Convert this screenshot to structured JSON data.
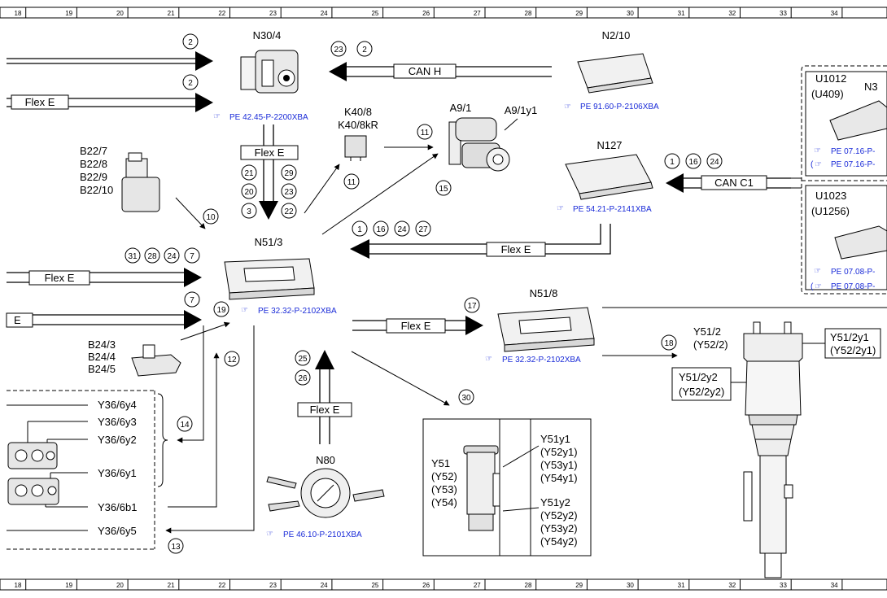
{
  "ruler": {
    "columns": [
      "18",
      "19",
      "20",
      "21",
      "22",
      "23",
      "24",
      "25",
      "26",
      "27",
      "28",
      "29",
      "30",
      "31",
      "32",
      "33",
      "34"
    ]
  },
  "components": {
    "n30_4": "N30/4",
    "n2_10": "N2/10",
    "k40_8": "K40/8",
    "k40_8kr": "K40/8kR",
    "a9_1": "A9/1",
    "a9_1y1": "A9/1y1",
    "n127": "N127",
    "n51_3": "N51/3",
    "n51_8": "N51/8",
    "n80": "N80",
    "u1012": "U1012",
    "u409": "(U409)",
    "n3_partial": "N3",
    "u1023": "U1023",
    "u1256": "(U1256)",
    "b22": [
      "B22/7",
      "B22/8",
      "B22/9",
      "B22/10"
    ],
    "b24": [
      "B24/3",
      "B24/4",
      "B24/5"
    ],
    "y51_2": "Y51/2",
    "y52_2": "(Y52/2)",
    "y51_2y1": "Y51/2y1",
    "y52_2y1": "(Y52/2y1)",
    "y51_2y2": "Y51/2y2",
    "y52_2y2": "(Y52/2y2)",
    "y36": [
      "Y36/6y4",
      "Y36/6y3",
      "Y36/6y2",
      "Y36/6y1",
      "Y36/6b1",
      "Y36/6y5"
    ],
    "y51_box_left": [
      "Y51",
      "(Y52)",
      "(Y53)",
      "(Y54)"
    ],
    "y51_box_y1": [
      "Y51y1",
      "(Y52y1)",
      "(Y53y1)",
      "(Y54y1)"
    ],
    "y51_box_y2": [
      "Y51y2",
      "(Y52y2)",
      "(Y53y2)",
      "(Y54y2)"
    ]
  },
  "references": {
    "n30_4": "PE 42.45-P-2200XBA",
    "n2_10": "PE 91.60-P-2106XBA",
    "n127": "PE 54.21-P-2141XBA",
    "n51_3": "PE 32.32-P-2102XBA",
    "n51_8": "PE 32.32-P-2102XBA",
    "n80": "PE 46.10-P-2101XBA",
    "u1012_a": "PE 07.16-P-",
    "u1012_b": "PE 07.16-P-",
    "u1023_a": "PE 07.08-P-",
    "u1023_b": "PE 07.08-P-"
  },
  "buses": {
    "can_h": "CAN H",
    "can_c1": "CAN C1",
    "flex_e": "Flex E",
    "e_partial": "E"
  },
  "signals": {
    "n30_top": "2",
    "n30_flex": "2",
    "can_h_a": "23",
    "can_h_b": "2",
    "down_l": [
      "21",
      "20",
      "3"
    ],
    "down_r": [
      "29",
      "23",
      "22"
    ],
    "k40": "11",
    "a9": "11",
    "a9_line": "15",
    "can_c1": [
      "1",
      "16",
      "24"
    ],
    "flex_from_right": [
      "1",
      "16",
      "24",
      "27"
    ],
    "b22": "10",
    "left_flex": [
      "31",
      "28",
      "24",
      "7"
    ],
    "left_e": "7",
    "n51_8_in": "17",
    "b24": "19",
    "y36_vert": "12",
    "y36_bracket": "14",
    "y36_out": "13",
    "n80_up": [
      "25",
      "26"
    ],
    "valve": "30",
    "strut": "18"
  }
}
